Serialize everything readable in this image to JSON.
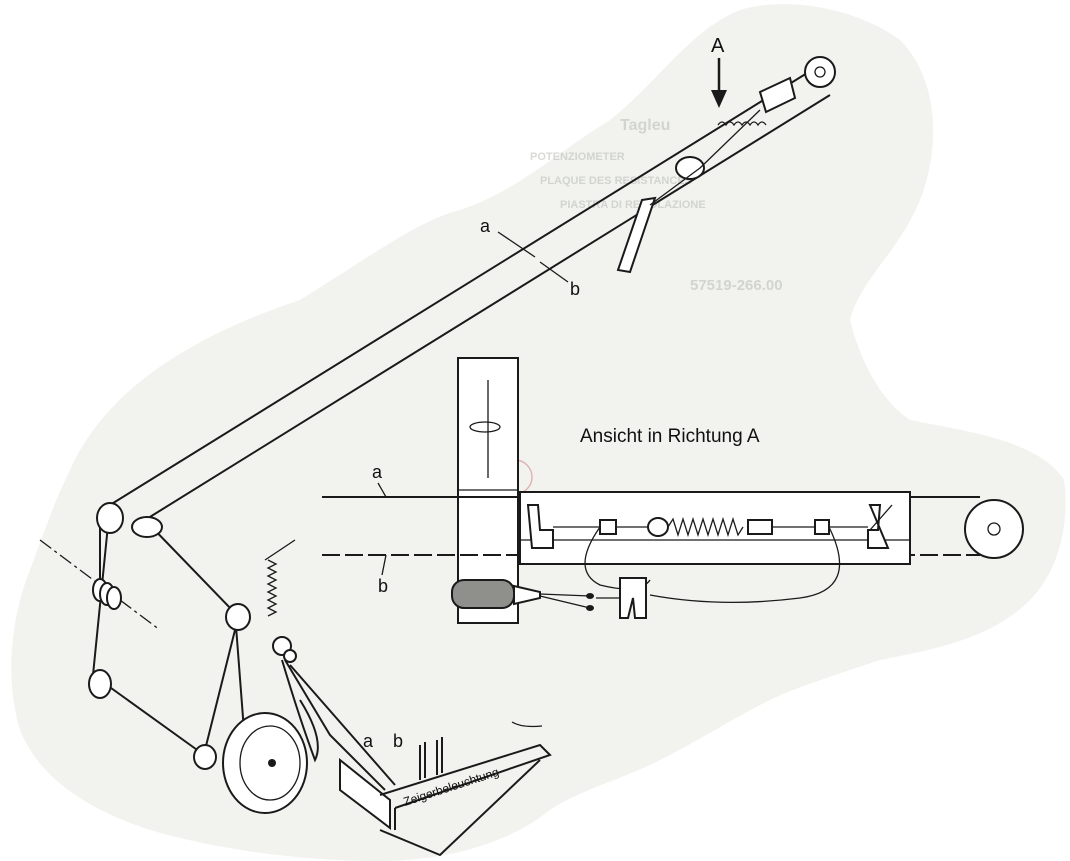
{
  "labels": {
    "arrow_a": "A",
    "wire_a_top": "a",
    "wire_b_top": "b",
    "view_title": "Ansicht in Richtung A",
    "wire_a_view": "a",
    "wire_b_view": "b",
    "wire_a_bottom": "a",
    "wire_b_bottom": "b",
    "illumination": "Zeigerbeleuchtung"
  },
  "bleed_through": {
    "line1": "Tagleu",
    "line2": "POTENZIOMETER",
    "line3": "PLAQUE DES RESISTANCES",
    "line4": "PIASTRA DI REGOLAZIONE",
    "partno": "57519-266.00"
  },
  "colors": {
    "paper": "#f2f3ee",
    "ink": "#1a1a1a",
    "bleed": "#b9bcb6",
    "bulb": "#8f908c",
    "stamp": "#d9a0a0"
  }
}
